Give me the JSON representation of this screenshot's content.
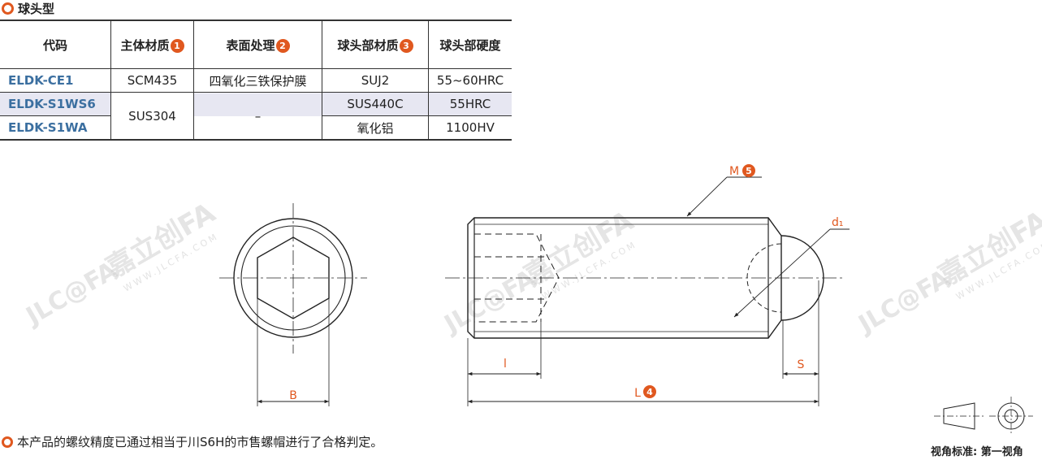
{
  "section": {
    "title": "球头型"
  },
  "table": {
    "headers": {
      "code": "代码",
      "body_material": "主体材质",
      "body_material_badge": "1",
      "surface": "表面处理",
      "surface_badge": "2",
      "ball_material": "球头部材质",
      "ball_material_badge": "3",
      "ball_hardness": "球头部硬度"
    },
    "rows": [
      {
        "code": "ELDK-CE1",
        "body_material": "SCM435",
        "surface": "四氧化三铁保护膜",
        "ball_material": "SUJ2",
        "ball_hardness": "55~60HRC"
      },
      {
        "code": "ELDK-S1WS6",
        "body_material": "SUS304",
        "surface": "–",
        "ball_material": "SUS440C",
        "ball_hardness": "55HRC"
      },
      {
        "code": "ELDK-S1WA",
        "ball_material": "氧化铝",
        "ball_hardness": "1100HV"
      }
    ]
  },
  "drawing": {
    "label_B": "B",
    "label_l": "l",
    "label_L": "L",
    "label_L_badge": "4",
    "label_S": "S",
    "label_M": "M",
    "label_M_badge": "5",
    "label_d1": "d₁",
    "watermark_brand": "嘉立创FA",
    "watermark_logo": "JLC@FA",
    "watermark_url": "WWW.JLCFA.COM"
  },
  "note": {
    "text": "本产品的螺纹精度已通过相当于川S6H的市售螺帽进行了合格判定。"
  },
  "projection": {
    "label": "视角标准: 第一视角"
  },
  "colors": {
    "accent": "#e0581f",
    "code_blue": "#3b6fa0",
    "shade": "#e7e7f2"
  }
}
